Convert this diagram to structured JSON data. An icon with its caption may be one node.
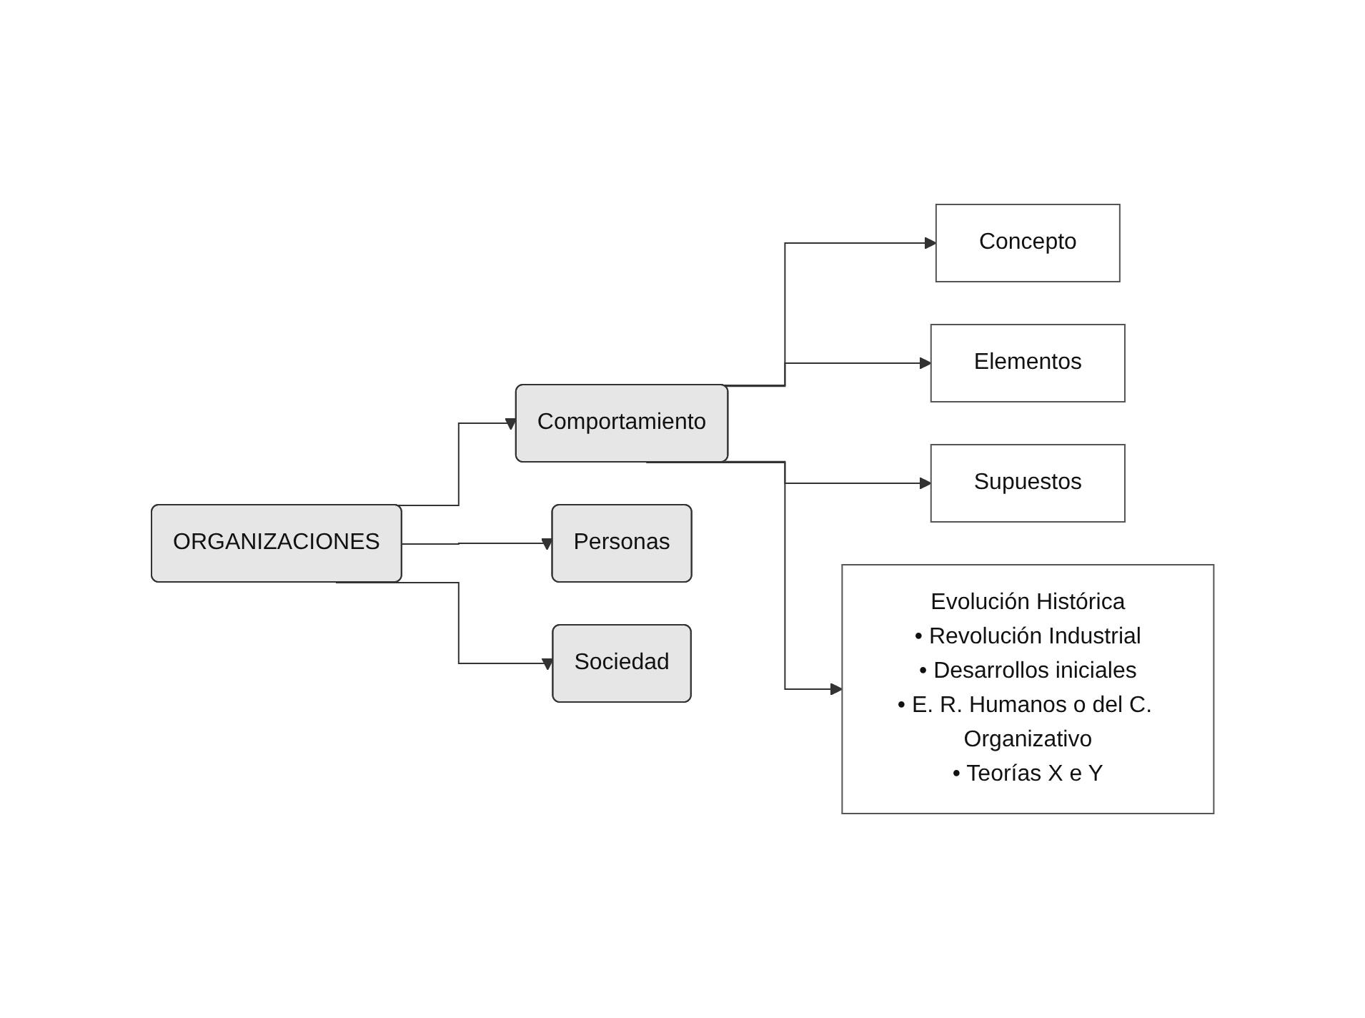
{
  "diagram": {
    "nodes": [
      {
        "text": [
          "ORGANIZACIONES"
        ]
      },
      {
        "text": [
          "Comportamiento"
        ]
      },
      {
        "text": [
          "Personas"
        ]
      },
      {
        "text": [
          "Sociedad"
        ]
      },
      {
        "text": [
          "Concepto"
        ]
      },
      {
        "text": [
          "Elementos"
        ]
      },
      {
        "text": [
          "Supuestos"
        ]
      },
      {
        "text": [
          "Evolución Histórica",
          "• Revolución Industrial",
          "• Desarrollos iniciales",
          "• E. R. Humanos o del C. Organizativo",
          "• Teorías X e Y"
        ]
      }
    ],
    "edges": [
      {
        "from": 0,
        "to": 1,
        "arrow": "to"
      },
      {
        "from": 0,
        "to": 2,
        "arrow": "to"
      },
      {
        "from": 0,
        "to": 3,
        "arrow": "to"
      },
      {
        "from": 1,
        "to": 4,
        "arrow": "to"
      },
      {
        "from": 1,
        "to": 5,
        "arrow": "to"
      },
      {
        "from": 1,
        "to": 6,
        "arrow": "to"
      },
      {
        "from": 1,
        "to": 7,
        "arrow": "to"
      }
    ]
  }
}
